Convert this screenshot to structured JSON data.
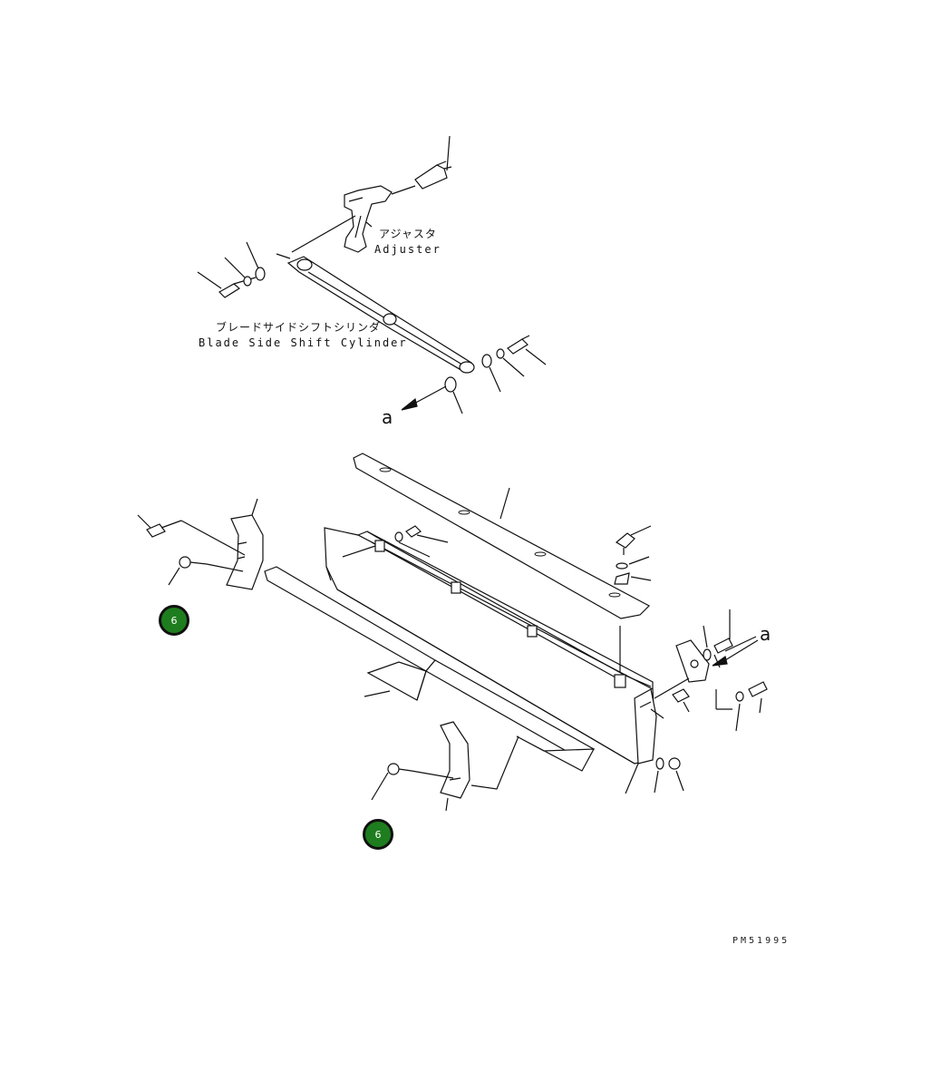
{
  "labels": {
    "adjuster_jp": "アジャスタ",
    "adjuster_en": "Adjuster",
    "cylinder_jp": "ブレードサイドシフトシリンダ",
    "cylinder_en": "Blade Side Shift Cylinder",
    "view_a_top": "a",
    "view_a_right": "a",
    "drawing_number": "PM51995"
  },
  "callouts": [
    {
      "number": "6"
    },
    {
      "number": "6"
    }
  ],
  "colors": {
    "callout_fill": "#1e7d1e",
    "callout_border": "#111111",
    "line": "#111111"
  }
}
